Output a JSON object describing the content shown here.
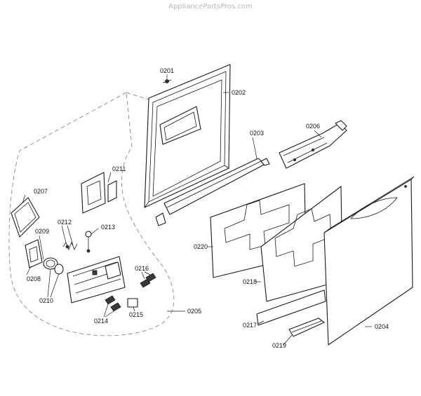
{
  "watermark": "AppliancePartsPros.com",
  "labels": {
    "p0201": "0201",
    "p0202": "0202",
    "p0203": "0203",
    "p0204": "0204",
    "p0205": "0205",
    "p0206": "0206",
    "p0207": "0207",
    "p0208": "0208",
    "p0209": "0209",
    "p0210": "0210",
    "p0211": "0211",
    "p0212": "0212",
    "p0213": "0213",
    "p0214": "0214",
    "p0215": "0215",
    "p0216": "0216",
    "p0217": "0217",
    "p0218": "0218",
    "p0219": "0219",
    "p0220": "0220"
  }
}
